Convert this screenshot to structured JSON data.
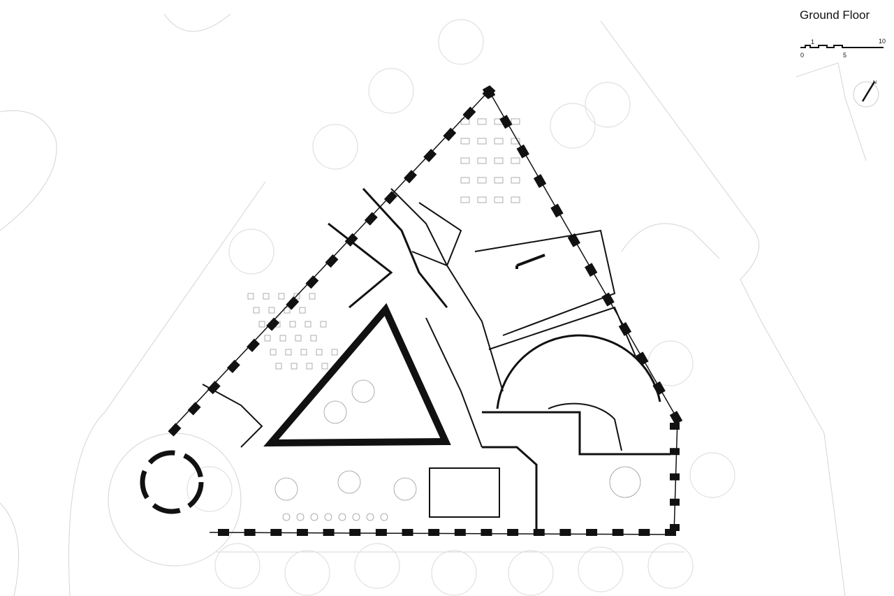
{
  "title": "Ground Floor",
  "scale_bar": {
    "labels_top": [
      "1",
      "10"
    ],
    "labels_bottom": [
      "0",
      "5"
    ],
    "unit_max": 10
  },
  "north_arrow": {
    "label": "N"
  },
  "colors": {
    "wall": "#111111",
    "context": "#d4d4d4",
    "furniture": "#9a9a9a"
  }
}
